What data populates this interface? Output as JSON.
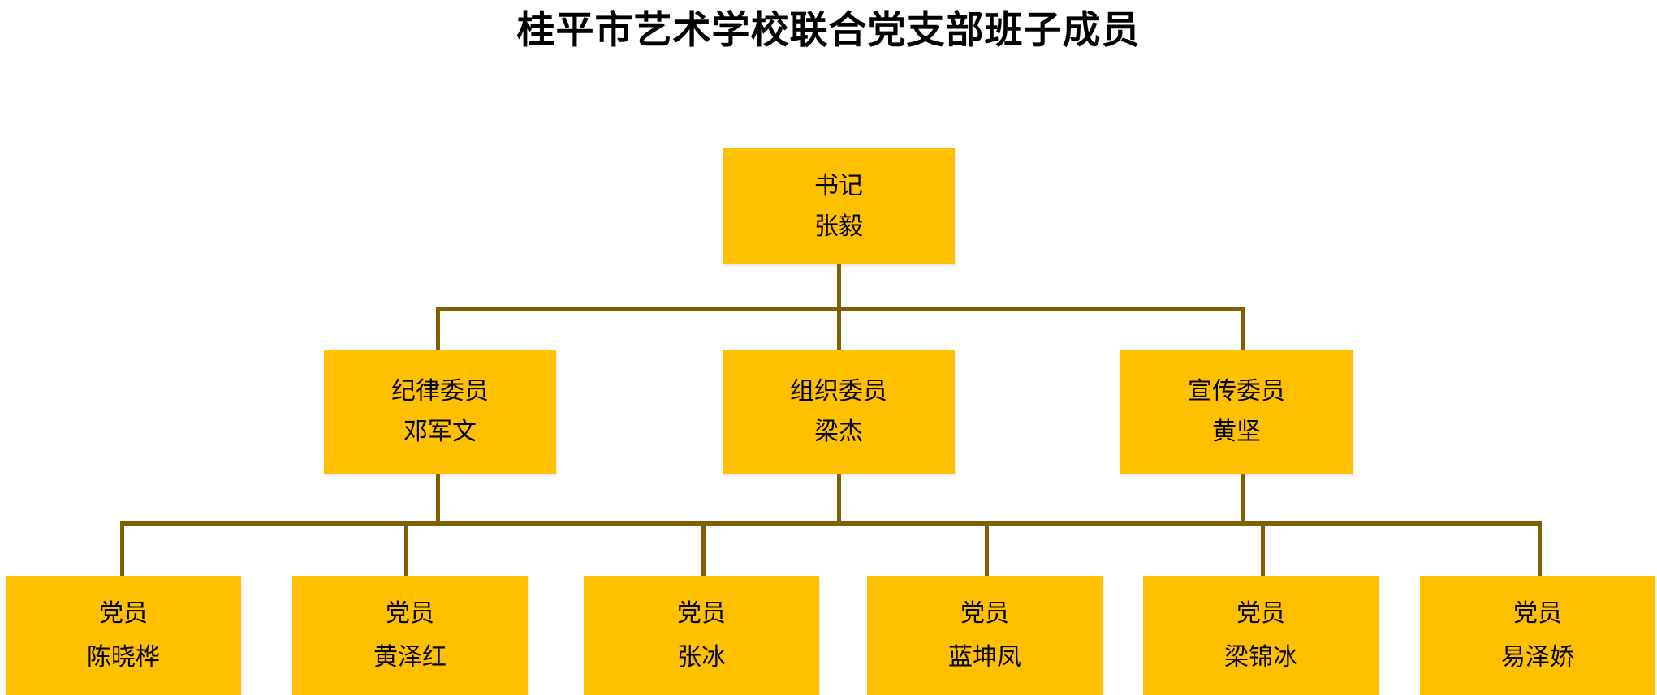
{
  "title": "桂平市艺术学校联合党支部班子成员",
  "colors": {
    "node_fill": "#FFC000",
    "connector": "#806000",
    "text": "#000000",
    "background": "#FFFFFF"
  },
  "chart_data": {
    "type": "diagram",
    "diagram_type": "organization-chart",
    "title": "桂平市艺术学校联合党支部班子成员",
    "levels": 3,
    "nodes": [
      {
        "id": "n0",
        "level": 1,
        "role": "书记",
        "person": "张毅",
        "parent": null
      },
      {
        "id": "n1",
        "level": 2,
        "role": "纪律委员",
        "person": "邓军文",
        "parent": "n0"
      },
      {
        "id": "n2",
        "level": 2,
        "role": "组织委员",
        "person": "梁杰",
        "parent": "n0"
      },
      {
        "id": "n3",
        "level": 2,
        "role": "宣传委员",
        "person": "黄坚",
        "parent": "n0"
      },
      {
        "id": "n4",
        "level": 3,
        "role": "党员",
        "person": "陈晓桦",
        "parent": "n1"
      },
      {
        "id": "n5",
        "level": 3,
        "role": "党员",
        "person": "黄泽红",
        "parent": "n1"
      },
      {
        "id": "n6",
        "level": 3,
        "role": "党员",
        "person": "张冰",
        "parent": "n2"
      },
      {
        "id": "n7",
        "level": 3,
        "role": "党员",
        "person": "蓝坤凤",
        "parent": "n2"
      },
      {
        "id": "n8",
        "level": 3,
        "role": "党员",
        "person": "梁锦冰",
        "parent": "n3"
      },
      {
        "id": "n9",
        "level": 3,
        "role": "党员",
        "person": "易泽娇",
        "parent": "n3"
      }
    ]
  },
  "root": {
    "role": "书记",
    "person": "张毅"
  },
  "managers": [
    {
      "role": "纪律委员",
      "person": "邓军文"
    },
    {
      "role": "组织委员",
      "person": "梁杰"
    },
    {
      "role": "宣传委员",
      "person": "黄坚"
    }
  ],
  "members": [
    {
      "role": "党员",
      "person": "陈晓桦"
    },
    {
      "role": "党员",
      "person": "黄泽红"
    },
    {
      "role": "党员",
      "person": "张冰"
    },
    {
      "role": "党员",
      "person": "蓝坤凤"
    },
    {
      "role": "党员",
      "person": "梁锦冰"
    },
    {
      "role": "党员",
      "person": "易泽娇"
    }
  ]
}
